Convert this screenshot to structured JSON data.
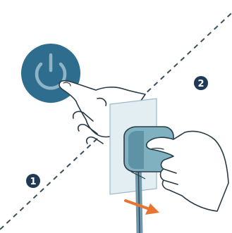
{
  "steps": [
    {
      "label": "1",
      "description": "press-power-button"
    },
    {
      "label": "2",
      "description": "unplug-power-adapter"
    }
  ],
  "colors": {
    "power_button": "#2f6d8f",
    "power_symbol": "#8fb4c8",
    "badge": "#1f3a56",
    "adapter": "#7fb1c1",
    "adapter_shadow": "#5e93a6",
    "wall_plate": "#e3eef2",
    "cable": "#6f98ac",
    "arrow": "#e8742f",
    "outline": "#2a3a44",
    "divider": "#3a4f5c"
  },
  "icons": [
    "power-icon",
    "hand-icon",
    "power-adapter-icon",
    "wall-outlet-icon",
    "pull-arrow-icon"
  ]
}
